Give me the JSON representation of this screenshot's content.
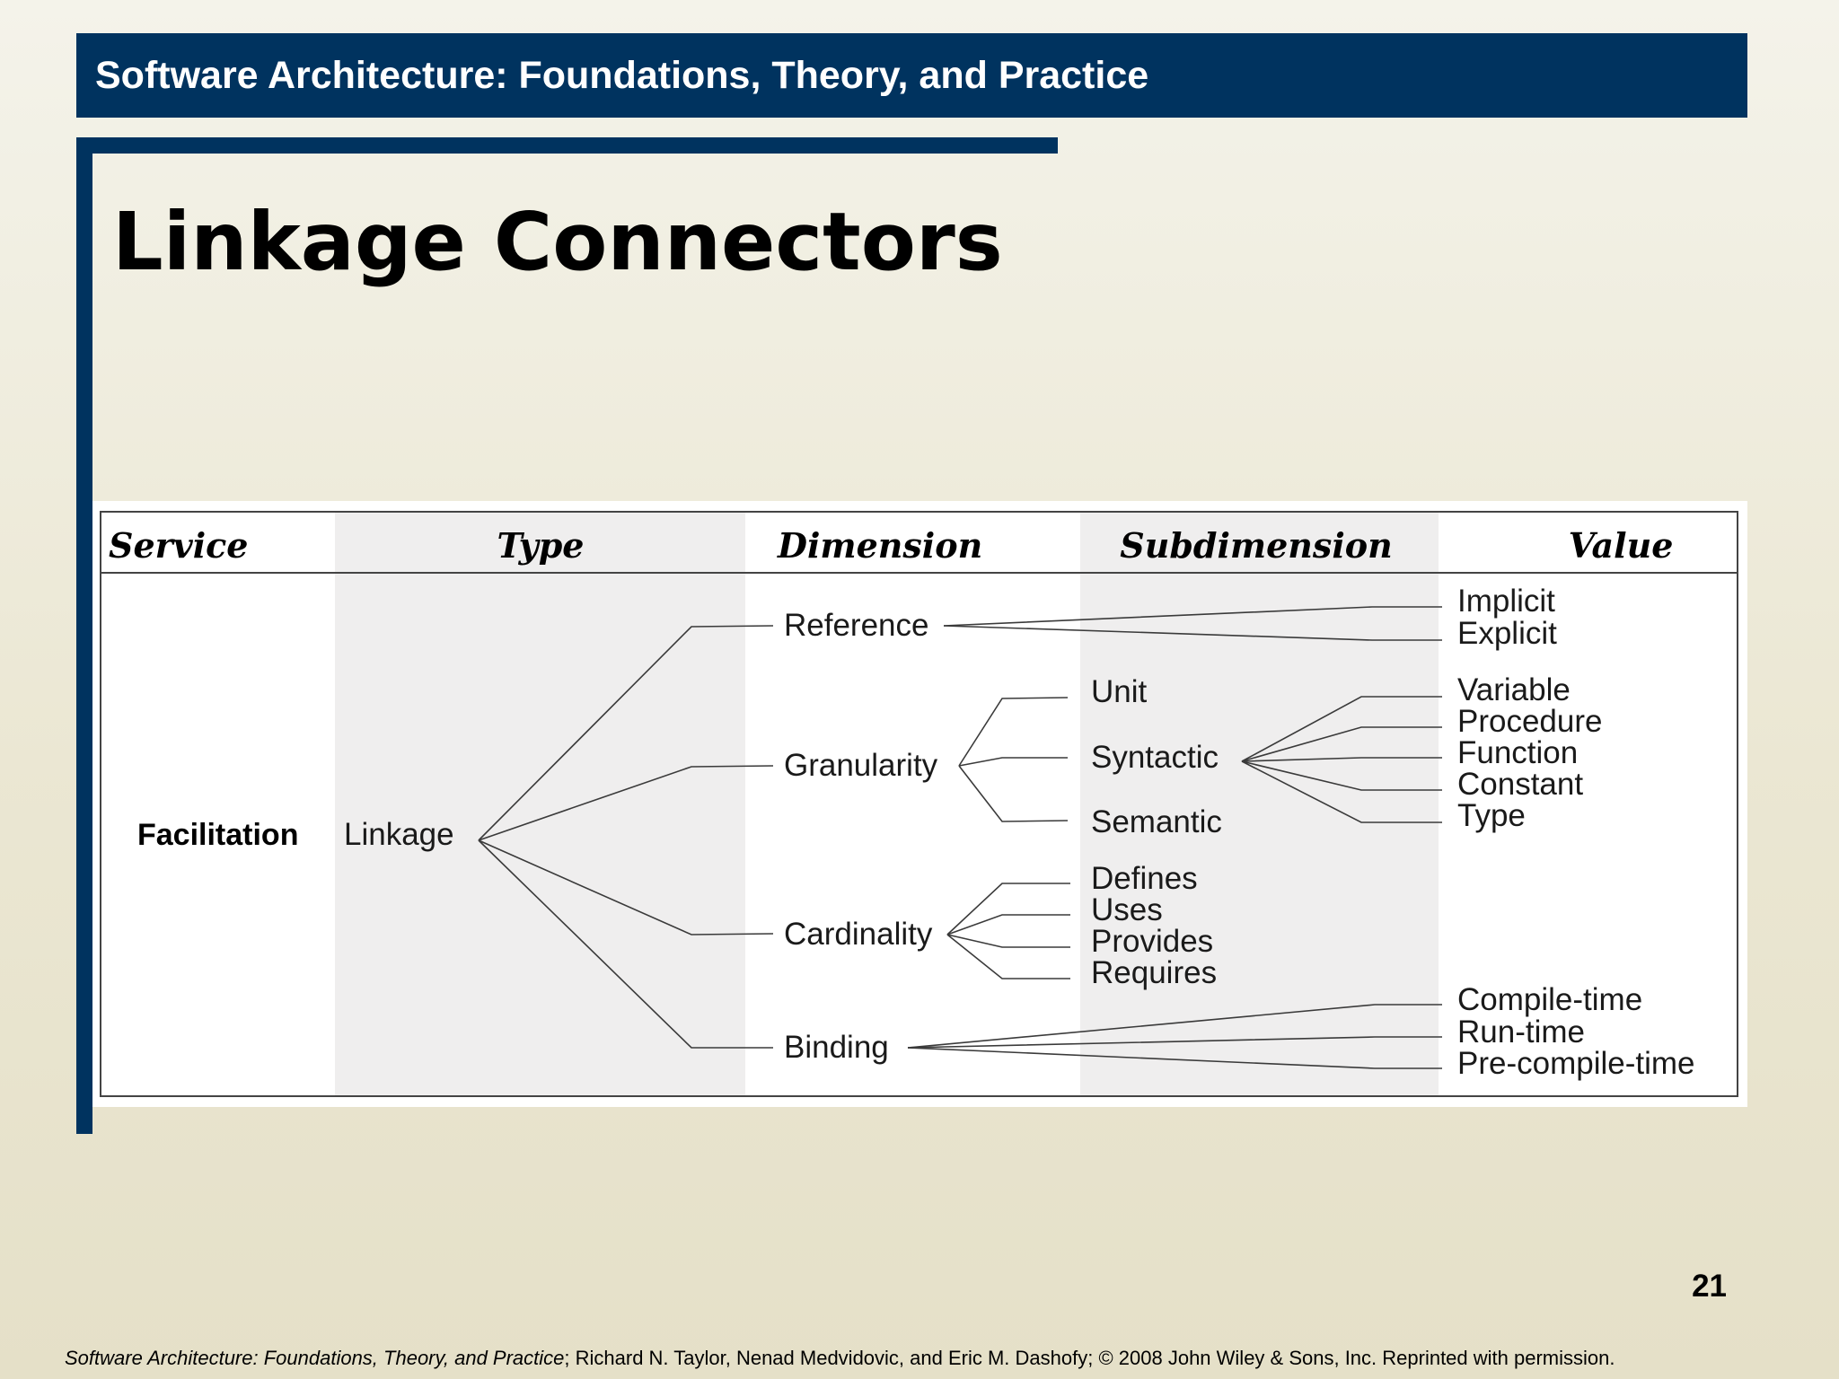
{
  "header": {
    "title": "Software Architecture: Foundations, Theory, and Practice"
  },
  "slide": {
    "title": "Linkage Connectors",
    "page_number": "21"
  },
  "diagram": {
    "columns": [
      "Service",
      "Type",
      "Dimension",
      "Subdimension",
      "Value"
    ],
    "service": "Facilitation",
    "type": "Linkage",
    "dimensions": {
      "reference": {
        "label": "Reference",
        "values": [
          "Implicit",
          "Explicit"
        ]
      },
      "granularity": {
        "label": "Granularity",
        "subdimensions": [
          "Unit",
          "Syntactic",
          "Semantic"
        ],
        "syntactic_values": [
          "Variable",
          "Procedure",
          "Function",
          "Constant",
          "Type"
        ]
      },
      "cardinality": {
        "label": "Cardinality",
        "subdimensions": [
          "Defines",
          "Uses",
          "Provides",
          "Requires"
        ]
      },
      "binding": {
        "label": "Binding",
        "values": [
          "Compile-time",
          "Run-time",
          "Pre-compile-time"
        ]
      }
    }
  },
  "footer": {
    "book_title": "Software Architecture: Foundations, Theory, and Practice",
    "credits": "; Richard N. Taylor, Nenad Medvidovic, and Eric M. Dashofy; © 2008 John Wiley & Sons, Inc. Reprinted with permission."
  }
}
